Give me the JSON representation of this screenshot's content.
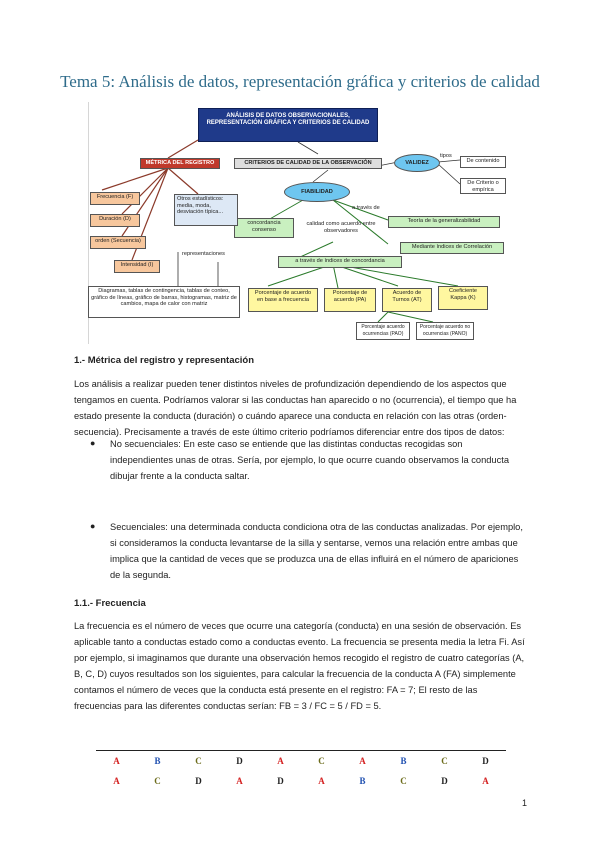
{
  "title": "Tema 5: Análisis de datos, representación gráfica y criterios de calidad",
  "concept_map": {
    "main": "ANÁLISIS DE DATOS OBSERVACIONALES, REPRESENTACIÓN GRÁFICA Y CRITERIOS DE CALIDAD",
    "metrica": "MÉTRICA DEL REGISTRO",
    "criterios": "CRITERIOS DE CALIDAD DE LA OBSERVACIÓN",
    "validez": "VALIDEZ",
    "tipos": "tipos",
    "de_contenido": "De contenido",
    "de_criterio": "De Criterio o empírica",
    "fiabilidad": "FIABILIDAD",
    "a_traves_de": "a través de",
    "teoria": "Teoría de la generalizabilidad",
    "mediante": "Mediante índices de Correlación",
    "concordancia": "concordancia consenso",
    "calidad": "calidad como acuerdo entre observadores",
    "indices": "a través de índices de concordancia",
    "frecuencia": "Frecuencia (F)",
    "duracion": "Duración (D)",
    "orden": "orden (Secuencia)",
    "intensidad": "Intensidad (I)",
    "otros": "Otros estadísticos: media, moda, desviación típica...",
    "representaciones": "representaciones",
    "diagramas": "Diagramas, tablas de contingencia, tablas de conteo, gráfico de líneas, gráfico de barras, histogramas, matriz de cambios, mapa de calor con matriz",
    "porc_frecuencia": "Porcentaje de acuerdo en base a frecuencia",
    "porc_ocurrencia": "Porcentaje de acuerdo (PA)",
    "acuerdo_turnos": "Acuerdo de Turnos (AT)",
    "kappa": "Coeficiente Kappa (K)",
    "porc_ocurrencia_sub": "Porcentaje acuerdo ocurrencias (PAO)",
    "porc_no_ocurrencia_sub": "Porcentaje acuerdo no ocurrencias (PANO)"
  },
  "section1": {
    "heading": "1.- Métrica del registro y representación",
    "para": "Los análisis a realizar pueden tener distintos niveles de profundización dependiendo de los aspectos que tengamos en cuenta. Podríamos valorar si las conductas han aparecido o no (ocurrencia), el tiempo que ha estado presente la conducta (duración) o cuándo aparece una conducta en relación con las otras (orden-secuencia). Precisamente a través de este último criterio podríamos diferenciar entre dos tipos de datos:",
    "bullets": [
      "No secuenciales: En este caso se entiende que las distintas conductas recogidas son independientes unas de otras. Sería, por ejemplo, lo que ocurre cuando observamos la conducta dibujar frente a la conducta saltar.",
      "Secuenciales: una determinada conducta condiciona otra de las conductas analizadas. Por ejemplo, si consideramos la conducta levantarse de la silla y sentarse, vemos una relación entre ambas que implica que la cantidad de veces que se produzca una de ellas influirá en el número de apariciones de la segunda."
    ],
    "bullet_symbol": "●"
  },
  "section11": {
    "heading": "1.1.- Frecuencia",
    "para": "La frecuencia es el número de veces que ocurre una categoría (conducta) en una sesión de observación. Es aplicable tanto a conductas estado como a conductas evento. La frecuencia se presenta media la letra Fi. Así por ejemplo, si imaginamos que durante una observación hemos recogido el registro de cuatro categorías (A, B, C, D) cuyos resultados son los siguientes, para calcular la frecuencia de la conducta A (FA) simplemente contamos el número de veces que la conducta está presente en el registro: FA = 7; El resto de las frecuencias para las diferentes conductas serían: FB = 3 / FC = 5 / FD = 5."
  },
  "sequence": {
    "row1": [
      "A",
      "B",
      "C",
      "D",
      "A",
      "C",
      "A",
      "B",
      "C",
      "D"
    ],
    "row2": [
      "A",
      "C",
      "D",
      "A",
      "D",
      "A",
      "B",
      "C",
      "D",
      "A"
    ],
    "colors": {
      "A": "#d42020",
      "B": "#1f4fb0",
      "C": "#6b6b1a",
      "D": "#222222"
    }
  },
  "page_number": "1",
  "colors": {
    "title": "#2e6b8a",
    "main_box": "#1f3a8a",
    "metric_box": "#c0392b",
    "orange_node": "#f7c79d",
    "green_node": "#c9f0c0",
    "yellow_node": "#fff7a0",
    "blue_oval": "#6ec6f0"
  }
}
